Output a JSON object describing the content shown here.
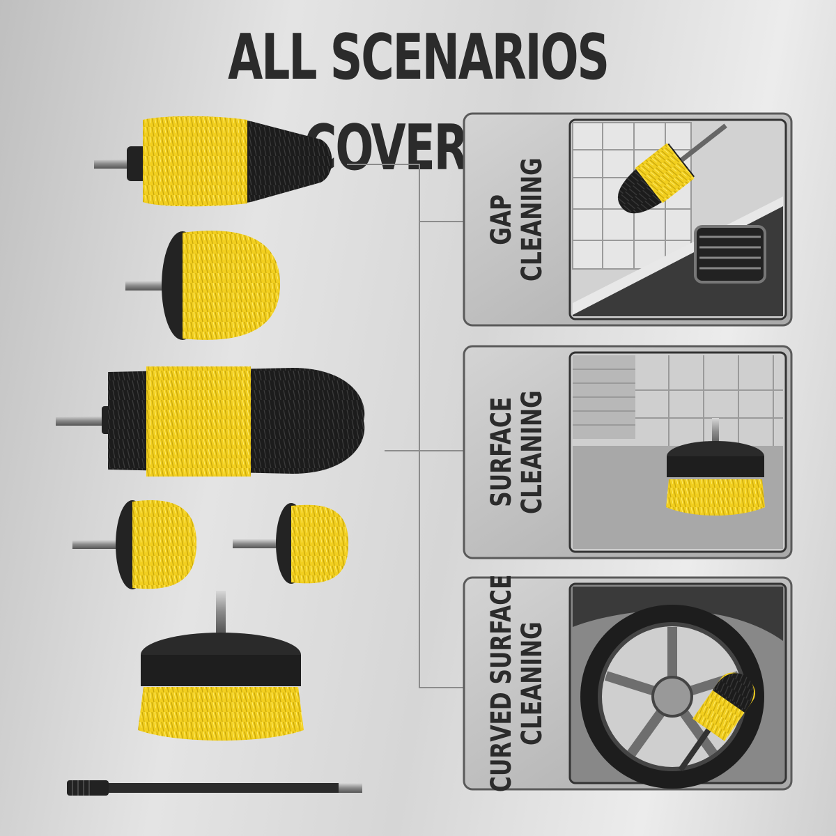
{
  "headline": "ALL SCENARIOS COVERED",
  "scenarios": [
    {
      "line1": "GAP",
      "line2": "CLEANING"
    },
    {
      "line1": "SURFACE",
      "line2": "CLEANING"
    },
    {
      "line1": "CURVED SURFACE",
      "line2": "CLEANING"
    }
  ],
  "colors": {
    "brand_yellow": "#f2cf1f",
    "bristle_black": "#1a1a1a",
    "headline": "#2b2b2b",
    "panel_fill": "#bdbdbd",
    "panel_border": "#5a5a5a"
  },
  "icons": [
    "bullet-brush-icon",
    "round-brush-icon",
    "long-brush-icon",
    "small-brush-icon",
    "disc-brush-icon",
    "extension-rod-icon"
  ]
}
